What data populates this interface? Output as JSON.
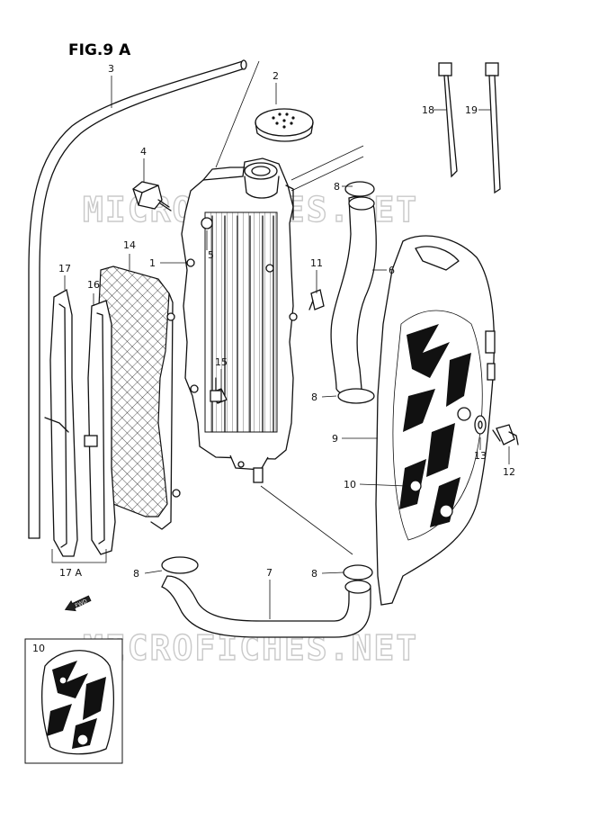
{
  "figure": {
    "title": "FIG.9 A"
  },
  "watermarks": [
    "MICROFICHES.NET",
    "MICROFICHES.NET"
  ],
  "callouts": {
    "c1": "1",
    "c2": "2",
    "c3": "3",
    "c4": "4",
    "c5": "5",
    "c6": "6",
    "c7": "7",
    "c8a": "8",
    "c8b": "8",
    "c8c": "8",
    "c8d": "8",
    "c9": "9",
    "c10": "10",
    "c11": "11",
    "c12": "12",
    "c13": "13",
    "c14": "14",
    "c15": "15",
    "c16": "16",
    "c17": "17",
    "c17a": "17  A",
    "c18": "18",
    "c19": "19"
  },
  "fwd_label": "FWD",
  "inset": {
    "label": "10"
  },
  "colors": {
    "ink": "#111111",
    "watermark": "#c9c9c9",
    "background": "#ffffff"
  }
}
